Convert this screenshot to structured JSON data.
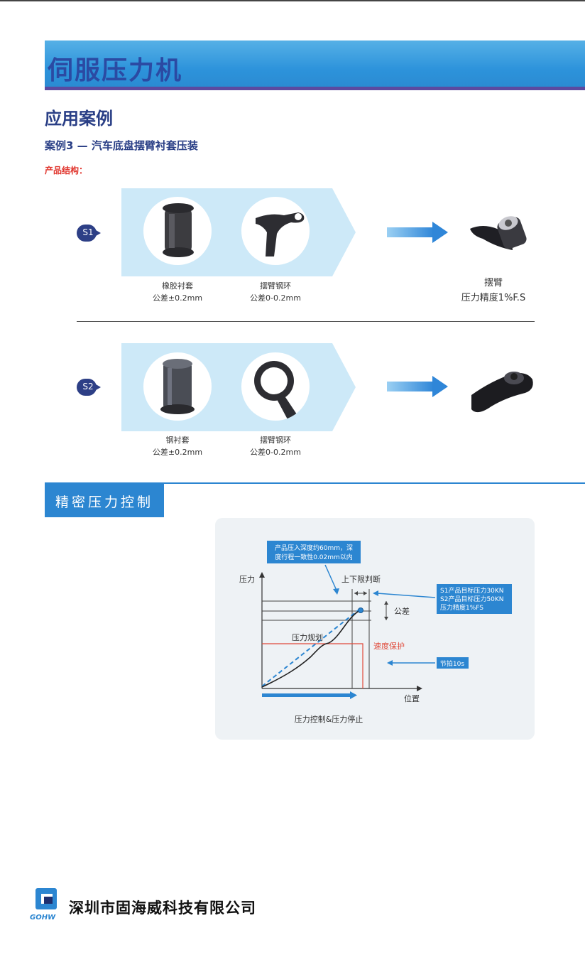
{
  "header": {
    "title": "伺服压力机"
  },
  "section_application": {
    "heading": "应用案例",
    "case_title": "案例3 — 汽车底盘摆臂衬套压装",
    "structure_label": "产品结构："
  },
  "rows": [
    {
      "badge": "S1",
      "part1": {
        "name": "橡胶衬套",
        "tolerance": "公差±0.2mm"
      },
      "part2": {
        "name": "摆臂钢环",
        "tolerance": "公差0-0.2mm"
      },
      "result": {
        "name": "摆臂",
        "spec": "压力精度1%F.S"
      }
    },
    {
      "badge": "S2",
      "part1": {
        "name": "钢衬套",
        "tolerance": "公差±0.2mm"
      },
      "part2": {
        "name": "摆臂钢环",
        "tolerance": "公差0-0.2mm"
      }
    }
  ],
  "section_control": {
    "title": "精密压力控制"
  },
  "chart_data": {
    "type": "line",
    "ylabel": "压力",
    "xlabel": "位置",
    "bottom_label": "压力控制&压力停止",
    "annotations": {
      "depth_box": [
        "产品压入深度约60mm，深",
        "度行程一致性0.02mm以内"
      ],
      "limit_judge": "上下限判断",
      "target_box": [
        "S1产品目标压力30KN",
        "S2产品目标压力50KN",
        "压力精度1%FS"
      ],
      "tolerance": "公差",
      "pressure_plan": "压力规划",
      "speed_protect": "速度保护",
      "cycle_box": "节拍10s"
    },
    "colors": {
      "box": "#2c86d1",
      "protect": "#e04a3a",
      "plan_line": "#2c86d1",
      "actual_line": "#222222"
    }
  },
  "footer": {
    "company": "深圳市固海威科技有限公司",
    "logo_text": "GOHW"
  }
}
